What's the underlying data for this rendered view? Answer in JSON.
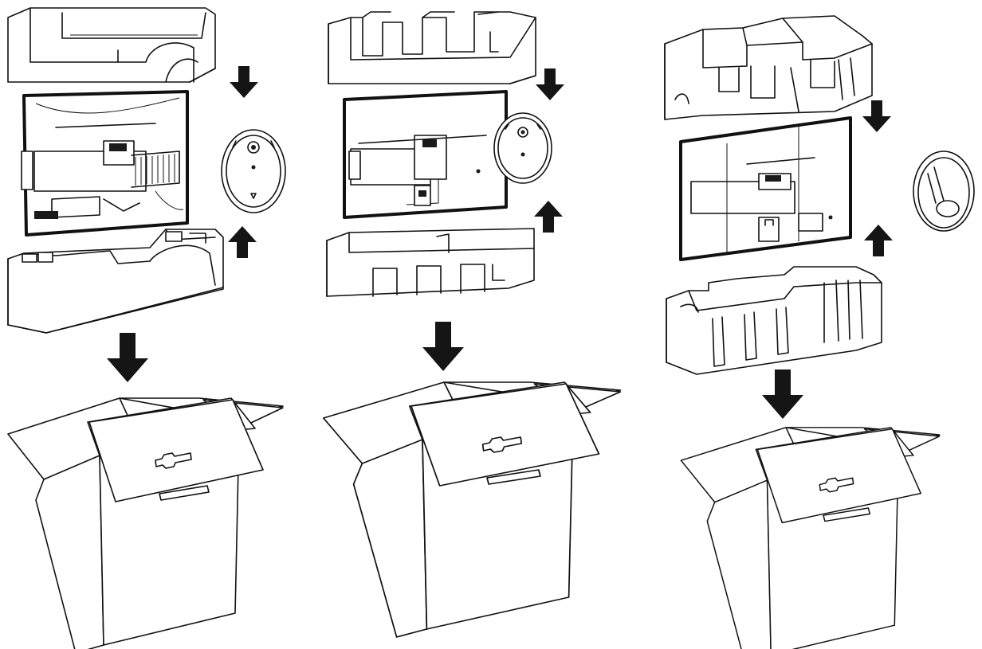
{
  "diagram": {
    "kind": "packing-instructions",
    "colors": {
      "line": "#111111",
      "arrow": "#151515",
      "background": "#ffffff"
    },
    "steps": [
      {
        "id": "set-1",
        "parts": [
          "top-foam-insert",
          "monitor-back",
          "round-stand-base",
          "bottom-foam-insert",
          "open-carton-box"
        ]
      },
      {
        "id": "set-2",
        "parts": [
          "top-foam-insert",
          "monitor-back",
          "round-stand-base",
          "bottom-foam-insert",
          "open-carton-box"
        ]
      },
      {
        "id": "set-3",
        "parts": [
          "top-foam-insert",
          "monitor-back",
          "round-stand-base",
          "bottom-foam-insert",
          "open-carton-box"
        ]
      }
    ],
    "icons": [
      "arrow-down-icon",
      "arrow-up-icon"
    ]
  }
}
